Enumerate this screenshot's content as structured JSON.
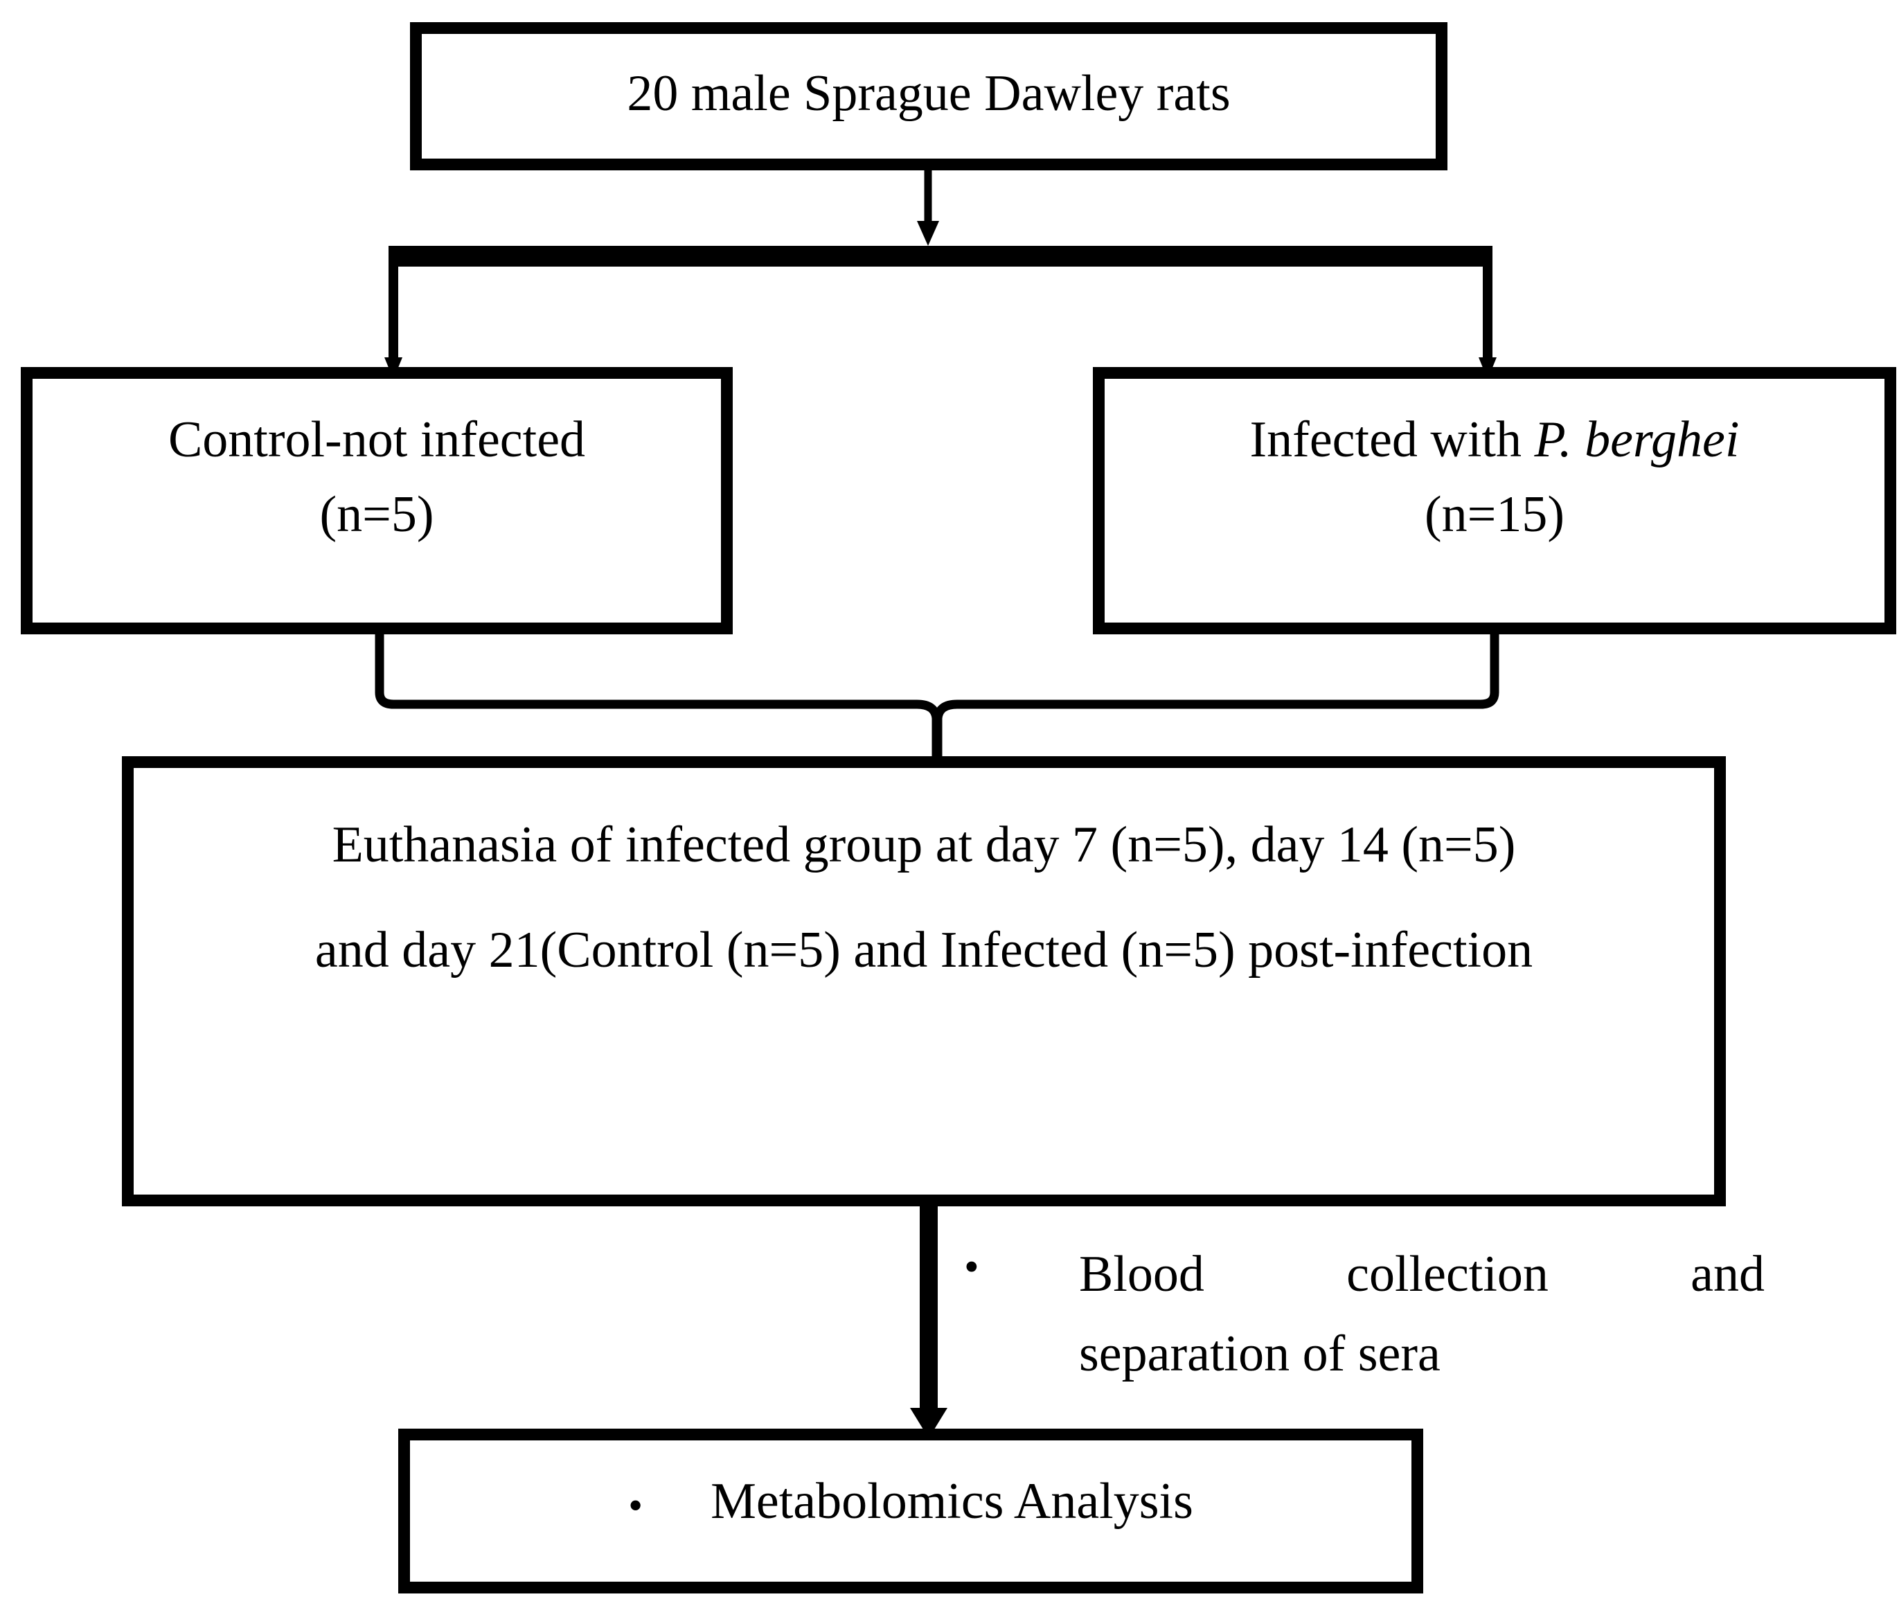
{
  "diagram": {
    "title": "Experimental study design flowchart",
    "colors": {
      "stroke": "#000000",
      "background": "#ffffff",
      "text": "#000000"
    },
    "nodes": {
      "top": {
        "text": "20 male Sprague Dawley rats"
      },
      "control": {
        "line1": "Control-not infected",
        "line2": "(n=5)"
      },
      "infected": {
        "line1_prefix": "Infected with ",
        "line1_italic": "P. berghei",
        "line2": "(n=15)"
      },
      "euthanasia": {
        "line1": "Euthanasia of infected group at day 7 (n=5), day 14 (n=5)",
        "line2": "and day 21(Control (n=5) and Infected (n=5) post-infection"
      },
      "metabolomics": {
        "bullet": "•",
        "text": "Metabolomics Analysis"
      }
    },
    "annotations": {
      "blood": {
        "bullet": "•",
        "line1": "Blood collection and",
        "line2": "separation of sera"
      }
    },
    "connectors": [
      {
        "id": "top-to-split",
        "type": "arrow-down",
        "from": "top",
        "to": "split-bar"
      },
      {
        "id": "split-to-control",
        "type": "elbow-arrow-down-left",
        "from": "split-bar",
        "to": "control"
      },
      {
        "id": "split-to-infected",
        "type": "elbow-arrow-down-right",
        "from": "split-bar",
        "to": "infected"
      },
      {
        "id": "groups-to-euthanasia",
        "type": "brace-merge",
        "from": "control+infected",
        "to": "euthanasia"
      },
      {
        "id": "euthanasia-to-metabolomics",
        "type": "thick-arrow-down",
        "from": "euthanasia",
        "to": "metabolomics"
      }
    ]
  }
}
